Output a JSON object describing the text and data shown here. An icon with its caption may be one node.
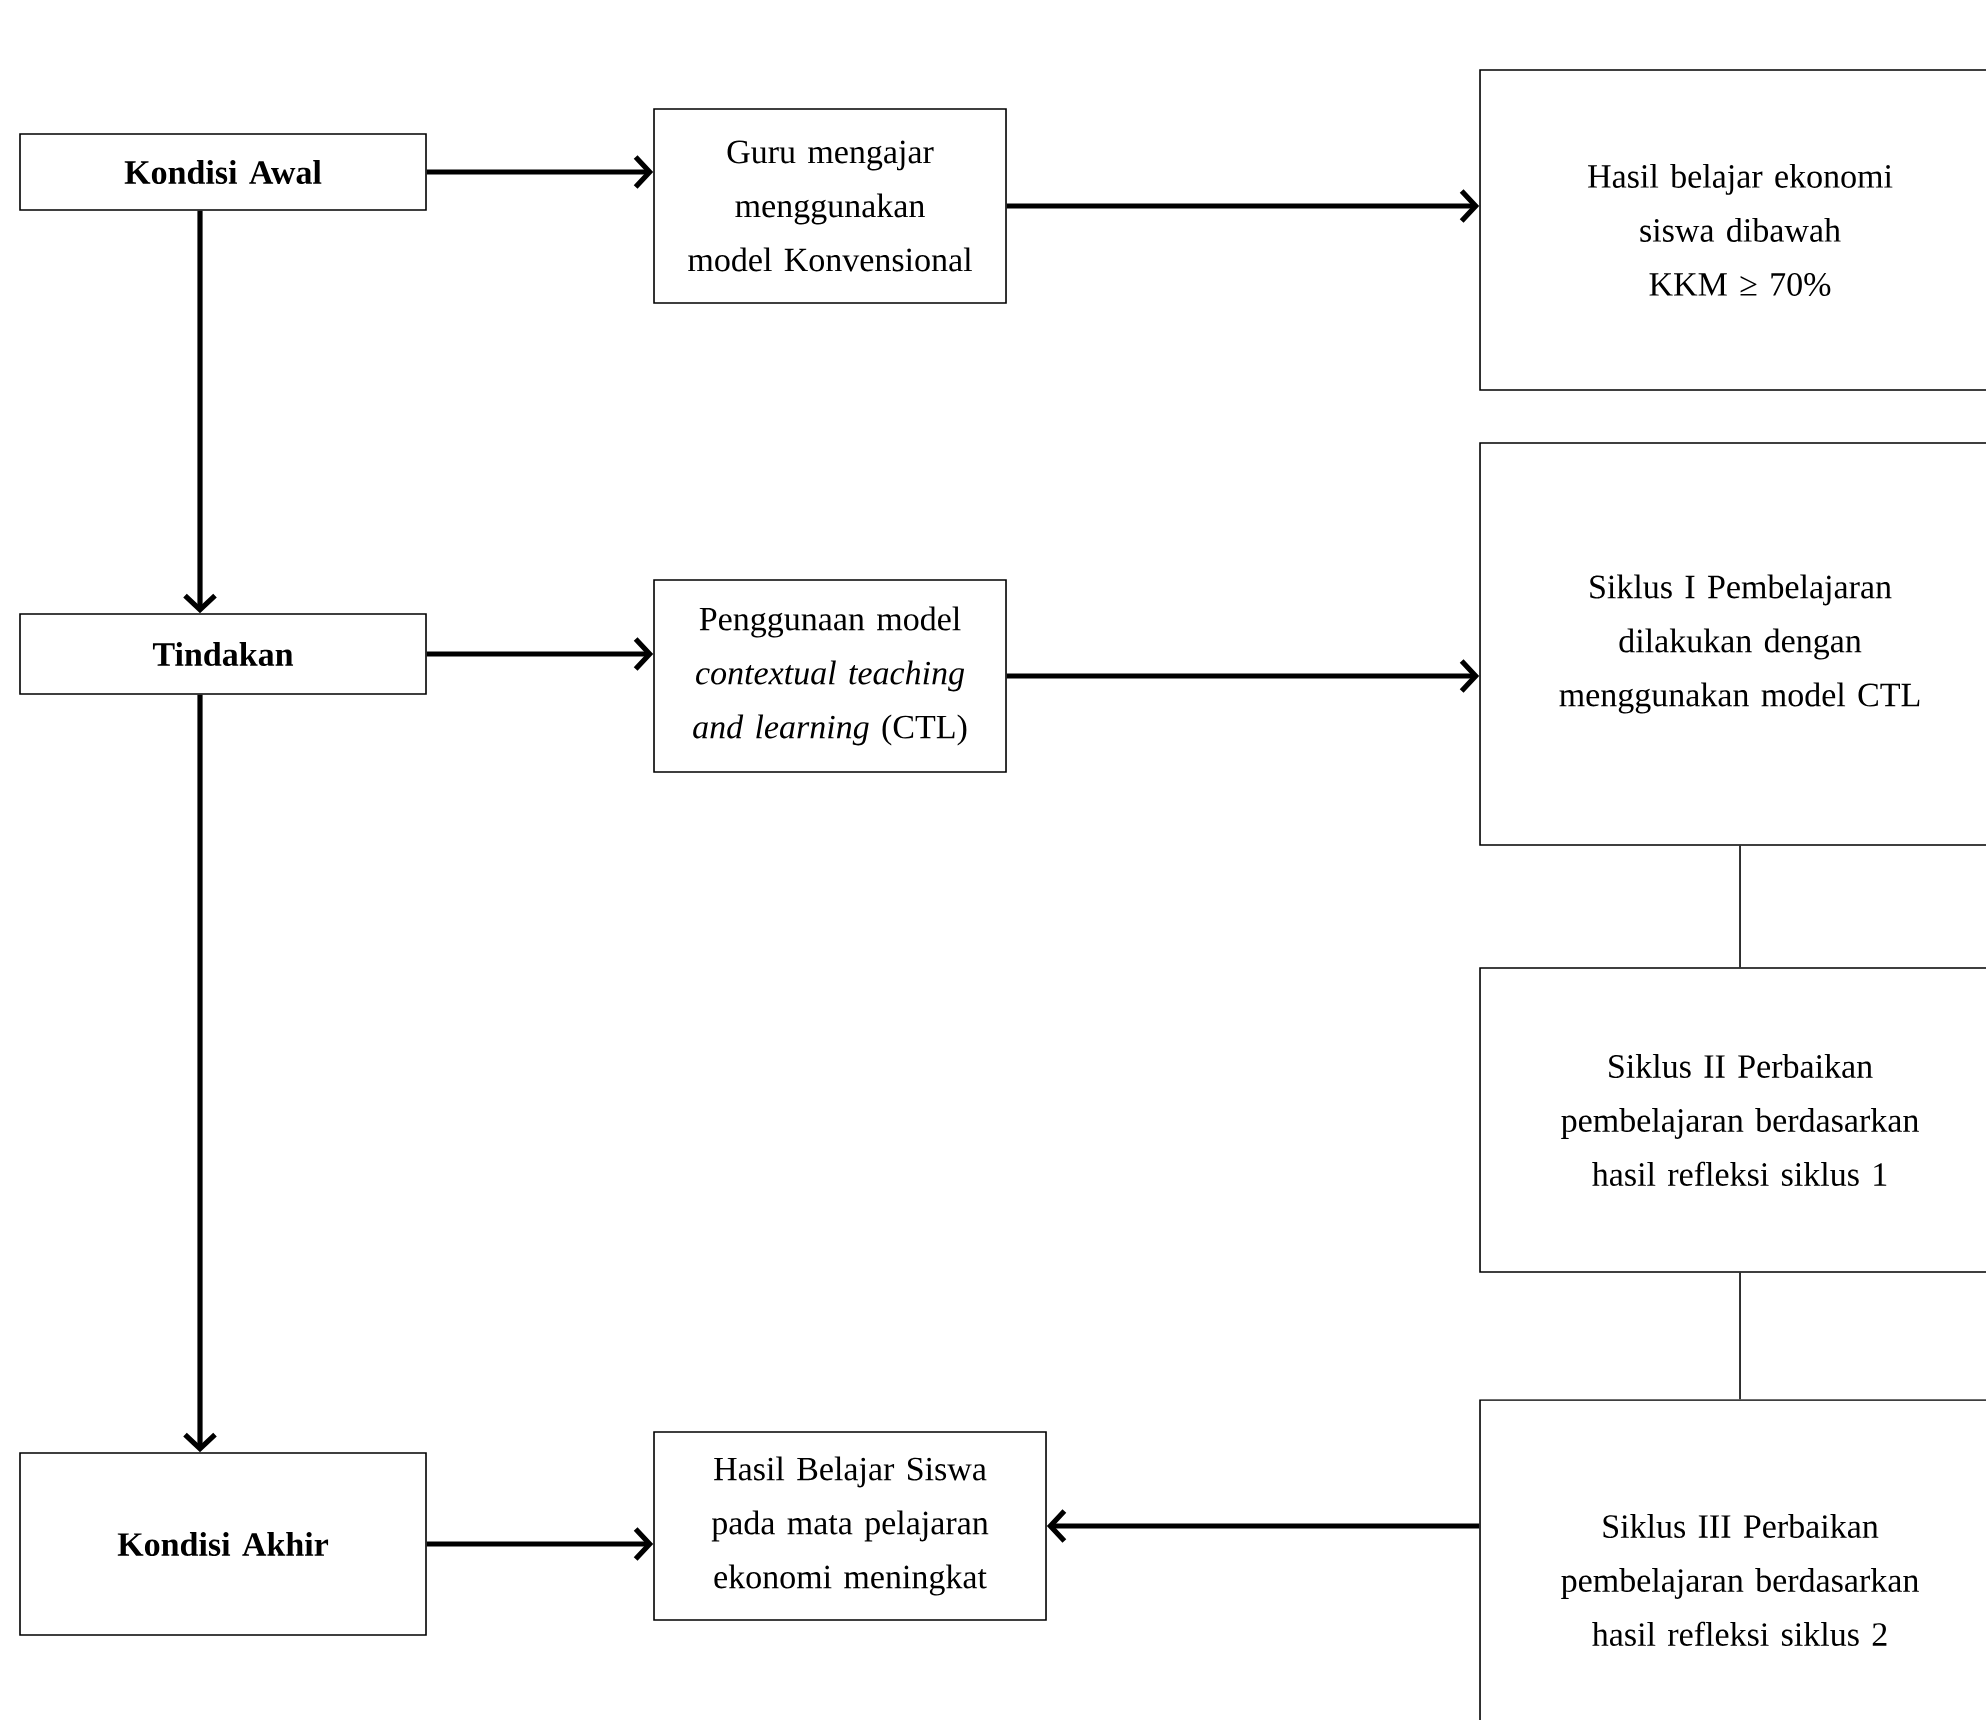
{
  "diagram": {
    "nodes": [
      {
        "text": [
          "Kondisi Awal"
        ]
      },
      {
        "text": [
          "Guru mengajar menggunakan model Konvensional"
        ]
      },
      {
        "text": [
          "Hasil belajar ekonomi siswa dibawah KKM ≥ 70%"
        ]
      },
      {
        "text": [
          "Tindakan"
        ]
      },
      {
        "text": [
          "Penggunaan model *contextual teaching and learning* (CTL)"
        ]
      },
      {
        "text": [
          "Siklus I Pembelajaran dilakukan dengan menggunakan model CTL"
        ]
      },
      {
        "text": [
          "Siklus II Perbaikan pembelajaran berdasarkan hasil refleksi siklus 1"
        ]
      },
      {
        "text": [
          "Kondisi Akhir"
        ]
      },
      {
        "text": [
          "Hasil Belajar Siswa pada mata pelajaran ekonomi meningkat"
        ]
      },
      {
        "text": [
          "Siklus III Perbaikan pembelajaran berdasarkan hasil refleksi siklus 2"
        ]
      }
    ],
    "edges": [
      {
        "from": 0,
        "to": 1,
        "arrow": "to"
      },
      {
        "from": 1,
        "to": 2,
        "arrow": "to"
      },
      {
        "from": 0,
        "to": 3,
        "arrow": "to"
      },
      {
        "from": 3,
        "to": 4,
        "arrow": "to"
      },
      {
        "from": 4,
        "to": 5,
        "arrow": "to"
      },
      {
        "from": 5,
        "to": 6,
        "arrow": "none"
      },
      {
        "from": 6,
        "to": 9,
        "arrow": "none"
      },
      {
        "from": 3,
        "to": 7,
        "arrow": "to"
      },
      {
        "from": 7,
        "to": 8,
        "arrow": "to"
      },
      {
        "from": 9,
        "to": 8,
        "arrow": "to"
      }
    ]
  }
}
